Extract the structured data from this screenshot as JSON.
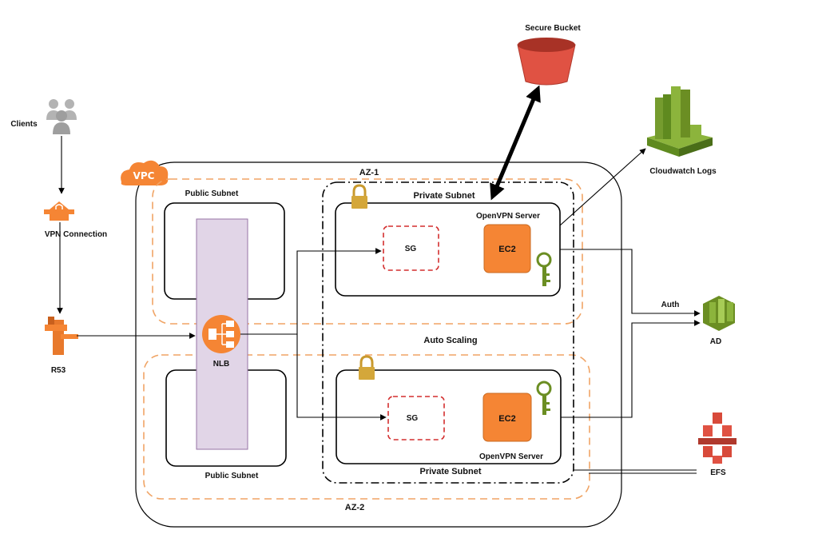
{
  "labels": {
    "clients": "Clients",
    "vpn_connection": "VPN Connection",
    "r53": "R53",
    "vpc": "VPC",
    "az1": "AZ-1",
    "az2": "AZ-2",
    "public_subnet_top": "Public Subnet",
    "public_subnet_bottom": "Public Subnet",
    "private_subnet_top": "Private Subnet",
    "private_subnet_bottom": "Private Subnet",
    "openvpn_top": "OpenVPN Server",
    "openvpn_bottom": "OpenVPN Server",
    "ec2_top": "EC2",
    "ec2_bottom": "EC2",
    "sg_top": "SG",
    "sg_bottom": "SG",
    "nlb": "NLB",
    "auto_scaling": "Auto Scaling",
    "secure_bucket": "Secure Bucket",
    "cloudwatch": "Cloudwatch Logs",
    "auth": "Auth",
    "ad": "AD",
    "efs": "EFS"
  },
  "colors": {
    "az_dash": "#f0a465",
    "sg_dash": "#d32f2f",
    "nlb_fill": "#e1d5e7",
    "orange": "#f58534",
    "bucket_red": "#e05243",
    "aws_green": "#6b8e23",
    "lock_gold": "#d4a73a"
  },
  "icons": {
    "clients": "users-icon",
    "vpn": "vpn-gateway-icon",
    "r53": "route53-icon",
    "nlb": "load-balancer-icon",
    "bucket": "s3-bucket-icon",
    "cloudwatch": "cloudwatch-icon",
    "ad": "directory-service-icon",
    "efs": "efs-icon",
    "ec2": "ec2-icon",
    "key": "key-icon",
    "lock": "lock-icon"
  }
}
